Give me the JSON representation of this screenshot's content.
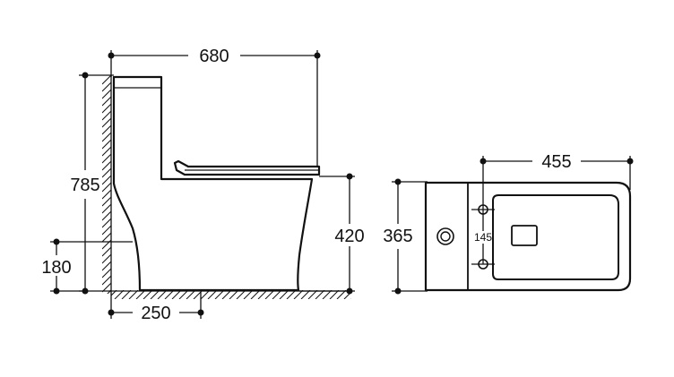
{
  "side_view": {
    "overall_width": "680",
    "overall_height": "785",
    "seat_height": "420",
    "outlet_height": "180",
    "outlet_distance": "250"
  },
  "top_view": {
    "length": "455",
    "width": "365",
    "inlet_spacing": "145"
  }
}
